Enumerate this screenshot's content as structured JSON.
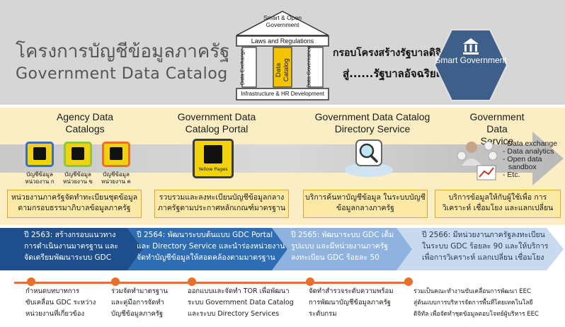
{
  "header": {
    "title_th": "โครงการบัญชีข้อมูลภาครัฐ",
    "title_en": "Government Data Catalog",
    "temple": {
      "roof": "Smart & Open Government",
      "beam": "Laws and Regulations",
      "pillar_left": "Data Exchange",
      "pillar_center": "Data Catalog",
      "pillar_right": "Data Governance",
      "base": "Infrastructure & HR Development"
    },
    "framework_line1": "กรอบโครงสร้างรัฐบาลดิจิทัล",
    "framework_line2": "สู่......รัฐบาลอัจฉริยะ",
    "smart_label": "Smart Government",
    "colors": {
      "background": "#d6d6d6",
      "pillar_center": "#f5c400",
      "hex": "#3d5f8a"
    }
  },
  "columns": [
    {
      "title": "Agency Data Catalogs",
      "icon": "yellow-pages-icon",
      "sub_agencies": [
        "บัญชีข้อมูล หน่วยงาน ก",
        "บัญชีข้อมูล หน่วยงาน ข",
        "บัญชีข้อมูล หน่วยงาน ค"
      ],
      "description": "หน่วยงานภาครัฐจัดทำทะเบียนชุดข้อมูล ตามกรอบธรรมาภิบาลข้อมูลภาครัฐ"
    },
    {
      "title": "Government Data Catalog Portal",
      "icon": "yellow-pages-icon",
      "icon_caption": "Yellow Pages",
      "description": "รวบรวมและลงทะเบียนบัญชีข้อมูลกลาง ภาครัฐตามประกาศหลักเกณฑ์มาตรฐาน"
    },
    {
      "title": "Government Data Catalog Directory Service",
      "icon": "search-icon",
      "description": "บริการค้นหาบัญชีข้อมูล ในระบบบัญชีข้อมูลกลางภาครัฐ"
    },
    {
      "title": "Government Data Service",
      "icon": "analytics-icon",
      "bullets": [
        "Data exchange",
        "Data analytics",
        "Open data sandbox",
        "Etc."
      ],
      "description": "บริการข้อมูลให้กับผู้ใช้เพื่อ การวิเคราะห์ เชื่อมโยง และแลกเปลี่ยน"
    }
  ],
  "timeline": {
    "phases": [
      {
        "line1": "ปี 2563: สร้างกรอบแนวทาง",
        "line2": "การดำเนินงานมาตรฐาน และ",
        "line3": "จัดเตรียมพัฒนาระบบ GDC"
      },
      {
        "line1": "ปี 2564: พัฒนาระบบต้นแบบ GDC Portal",
        "line2": "และ Directory Service และนำร่องหน่วยงาน",
        "line3": "จัดทำบัญชีข้อมูลให้สอดคล้องตามมาตรฐาน"
      },
      {
        "line1": "ปี 2565: พัฒนาระบบ GDC เต็ม",
        "line2": "รูปแบบ และมีหน่วยงานภาครัฐ",
        "line3": "ลงทะเบียน GDC ร้อยละ 50"
      },
      {
        "line1": "ปี 2566: มีหน่วยงานภาครัฐลงทะเบียน",
        "line2": "ในระบบ GDC ร้อยละ 90 และให้บริการ",
        "line3": "เพื่อการวิเคราะห์ แลกเปลี่ยน เชื่อมโยง"
      }
    ],
    "events": [
      {
        "line1": "กำหนดบทบาทการ",
        "line2": "ขับเคลื่อน GDC ระหว่าง",
        "line3": "หน่วยงานที่เกี่ยวข้อง"
      },
      {
        "line1": "ร่วมจัดทำมาตรฐาน",
        "line2": "และคู่มือการจัดทำ",
        "line3": "บัญชีข้อมูลภาครัฐ"
      },
      {
        "line1": "ออกแบบและจัดทำ TOR เพื่อพัฒนา",
        "line2": "ระบบ Government Data Catalog",
        "line3": "และระบบ Directory Services"
      },
      {
        "line1": "จัดทำสำรวจระดับความพร้อม",
        "line2": "การพัฒนาบัญชีข้อมูลภาครัฐ",
        "line3": "ระดับกรม"
      },
      {
        "line1": "ร่วมเป็นคณะทำงานขับเคลื่อนการพัฒนา EEC",
        "line2": "สู่ต้นแบบการบริหารจัดการพื้นที่โดยเทคโนโลยี",
        "line3": "ดิจิทัล เพื่อจัดทำชุดข้อมูลตอบโจทย์ผู้บริหาร EEC"
      }
    ],
    "colors": [
      "#1f4e8c",
      "#2e6db4",
      "#8fb3de",
      "#c9d9ee"
    ]
  }
}
